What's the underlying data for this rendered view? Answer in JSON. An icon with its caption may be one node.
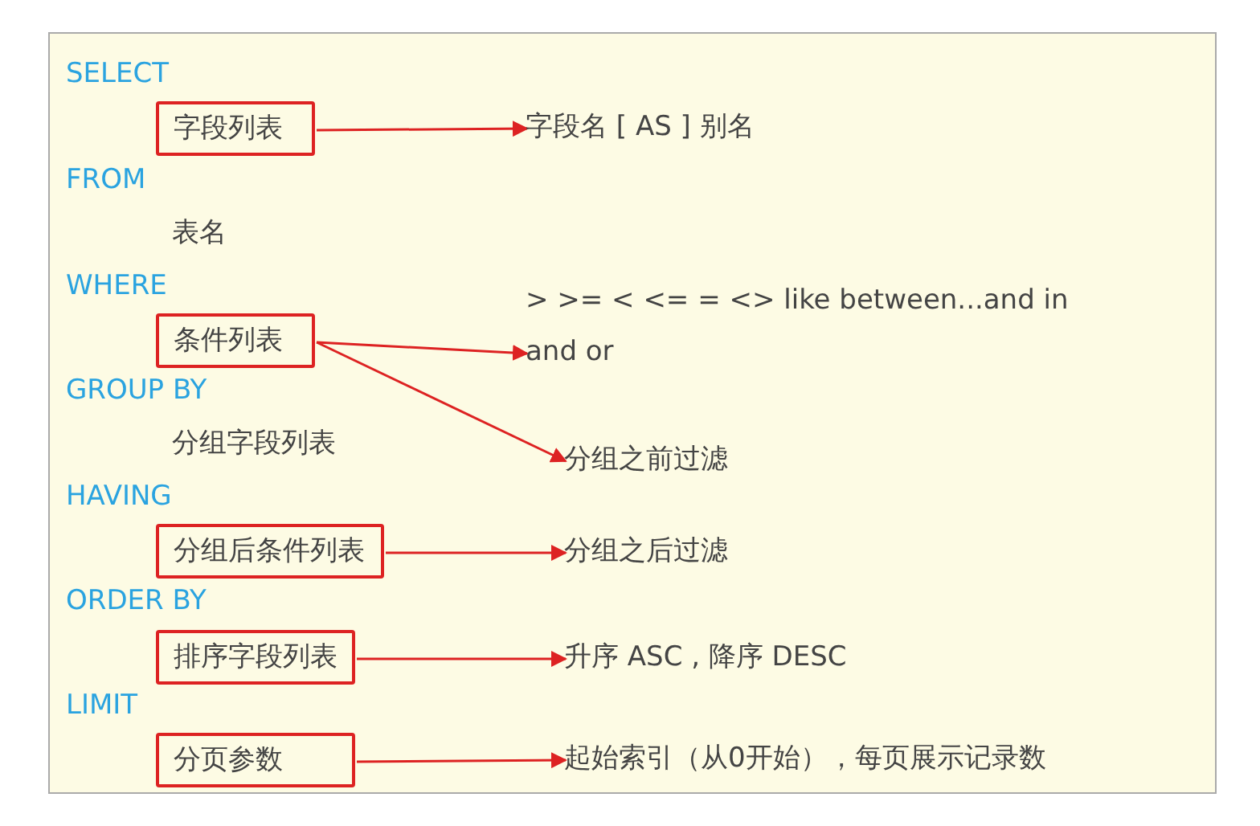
{
  "diagram": {
    "nodes": [
      {
        "text": [
          "字段列表"
        ]
      },
      {
        "text": [
          "字段名 [ AS ] 别名"
        ]
      },
      {
        "text": [
          "条件列表"
        ]
      },
      {
        "text": [
          "> >= < <= = <> like between...and in and or"
        ]
      },
      {
        "text": [
          "分组之前过滤"
        ]
      },
      {
        "text": [
          "分组后条件列表"
        ]
      },
      {
        "text": [
          "分组之后过滤"
        ]
      },
      {
        "text": [
          "排序字段列表"
        ]
      },
      {
        "text": [
          "升序 ASC , 降序 DESC"
        ]
      },
      {
        "text": [
          "分页参数"
        ]
      },
      {
        "text": [
          "起始索引（从0开始），每页展示记录数"
        ]
      }
    ],
    "edges": [
      {
        "from": 0,
        "to": 1,
        "arrow": "to"
      },
      {
        "from": 2,
        "to": 3,
        "arrow": "to"
      },
      {
        "from": 2,
        "to": 4,
        "arrow": "to"
      },
      {
        "from": 5,
        "to": 6,
        "arrow": "to"
      },
      {
        "from": 7,
        "to": 8,
        "arrow": "to"
      },
      {
        "from": 9,
        "to": 10,
        "arrow": "to"
      }
    ],
    "labels": [
      "SELECT",
      "FROM",
      "表名",
      "WHERE",
      "GROUP BY",
      "分组字段列表",
      "HAVING",
      "ORDER BY",
      "LIMIT"
    ]
  }
}
